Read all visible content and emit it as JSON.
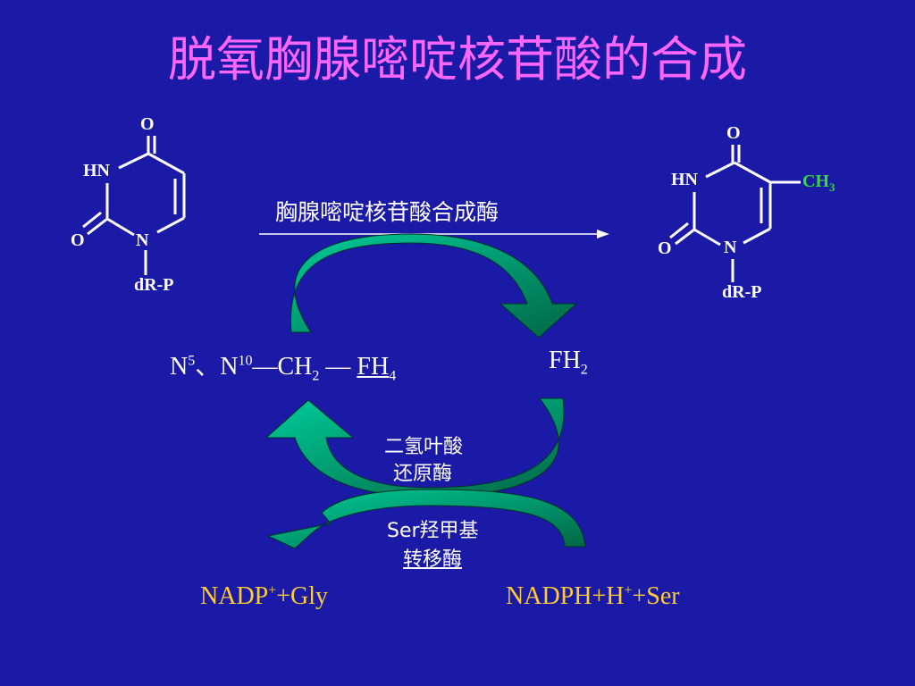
{
  "title": "脱氧胸腺嘧啶核苷酸的合成",
  "left_molecule": {
    "o_top": "O",
    "hn": "HN",
    "o_left": "O",
    "n": "N",
    "sub": "dR-P"
  },
  "right_molecule": {
    "o_top": "O",
    "hn": "HN",
    "o_left": "O",
    "n": "N",
    "sub": "dR-P",
    "methyl": "CH",
    "methyl_sub": "3"
  },
  "enzyme_top": "胸腺嘧啶核苷酸合成酶",
  "cofactor": {
    "n5": "N",
    "n5_sup": "5",
    "sep": "、",
    "n10": "N",
    "n10_sup": "10",
    "ch2": "—CH",
    "ch2_sub": "2",
    "dash": " — ",
    "fh4": "FH",
    "fh4_sub": "4"
  },
  "fh2": {
    "main": "FH",
    "sub": "2"
  },
  "enzyme_dhfr": {
    "line1": "二氢叶酸",
    "line2": "还原酶"
  },
  "enzyme_shmt": {
    "line1": "Ser羟甲基",
    "line2": "转移酶"
  },
  "bottom_left": {
    "a": "NADP",
    "sup": "+",
    "b": "+Gly"
  },
  "bottom_right": {
    "a": "NADPH+H",
    "sup": "+",
    "b": "+Ser"
  },
  "colors": {
    "background": "#1a1aa6",
    "title": "#ff66ff",
    "arrow_fill": "#00aa77",
    "yellow": "#ffcc33",
    "methyl": "#33dd33"
  }
}
